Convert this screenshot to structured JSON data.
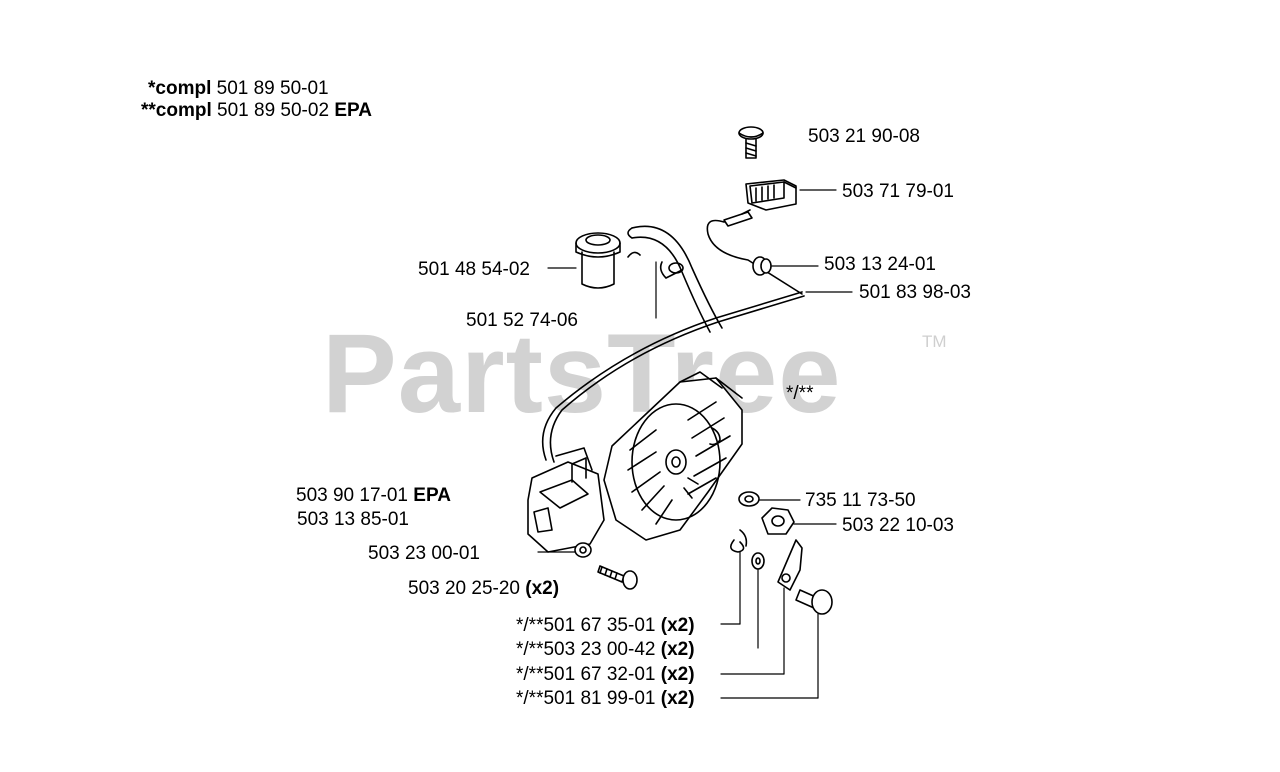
{
  "header": {
    "compl_1": {
      "prefix": "*compl",
      "code": "501 89 50-01",
      "suffix": ""
    },
    "compl_2": {
      "prefix": "**compl",
      "code": "501 89 50-02",
      "suffix": "EPA"
    }
  },
  "watermark": {
    "text": "PartsTree",
    "tm": "TM"
  },
  "marker": "*/**",
  "labels": {
    "screw_top": "503 21 90-08",
    "clip": "503 71 79-01",
    "grommet": "503 13 24-01",
    "wire": "501 83 98-03",
    "filter": "501 48 54-02",
    "hose": "501 52 74-06",
    "coil_epa": {
      "code": "503 90 17-01",
      "suffix": "EPA"
    },
    "coil": "503 13 85-01",
    "washer_left": "503 23 00-01",
    "screw_left": {
      "code": "503 20 25-20",
      "qty": "(x2)"
    },
    "washer_right": "735 11 73-50",
    "nut": "503 22 10-03",
    "b1": {
      "prefix": "*/**",
      "code": "501 67 35-01",
      "qty": "(x2)"
    },
    "b2": {
      "prefix": "*/**",
      "code": "503 23 00-42",
      "qty": "(x2)"
    },
    "b3": {
      "prefix": "*/**",
      "code": "501 67 32-01",
      "qty": "(x2)"
    },
    "b4": {
      "prefix": "*/**",
      "code": "501 81 99-01",
      "qty": "(x2)"
    }
  },
  "colors": {
    "line": "#000000",
    "watermark": "#d2d2d2",
    "background": "#ffffff"
  }
}
